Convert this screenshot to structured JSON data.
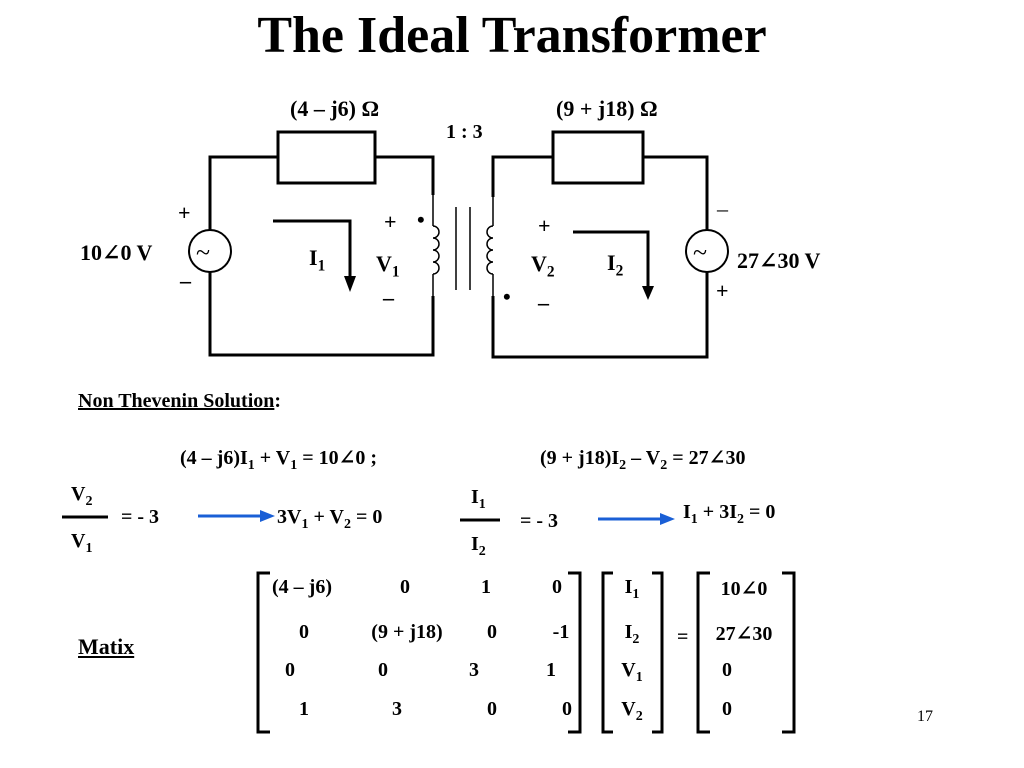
{
  "title": "The Ideal Transformer",
  "circuit": {
    "z1": "(4 – j6) Ω",
    "z2": "(9 + j18) Ω",
    "ratio": "1 : 3",
    "source1": {
      "mag": "10",
      "angle": "0",
      "unit": "V"
    },
    "source2": {
      "mag": "27",
      "angle": "30",
      "unit": "V"
    },
    "current1": {
      "base": "I",
      "sub": "1"
    },
    "current2": {
      "base": "I",
      "sub": "2"
    },
    "voltage1": {
      "base": "V",
      "sub": "1"
    },
    "voltage2": {
      "base": "V",
      "sub": "2"
    },
    "plus": "+",
    "minus": "–",
    "dot": "•",
    "tilde": "~"
  },
  "solution": {
    "heading": "Non Thevenin Solution",
    "heading_colon": ":",
    "eq1_a": "(4 – j6)I",
    "eq1_sub1": "1",
    "eq1_b": " + V",
    "eq1_sub2": "1",
    "eq1_c": " = 10",
    "eq1_d": "0  ;",
    "eq2_a": "(9 + j18)I",
    "eq2_sub1": "2",
    "eq2_b": " – V",
    "eq2_sub2": "2",
    "eq2_c": " = 27",
    "eq2_d": "30",
    "ratio_v_eq": "=  - 3",
    "ratio_i_eq": "= - 3",
    "result1_a": "3V",
    "result1_sub1": "1",
    "result1_b": " + V",
    "result1_sub2": "2",
    "result1_c": " = 0",
    "result2_a": "I",
    "result2_sub1": "1",
    "result2_b": " + 3I",
    "result2_sub2": "2",
    "result2_c": " = 0"
  },
  "matrix": {
    "label": "Matix",
    "rows": [
      [
        "(4 – j6)",
        "0",
        "1",
        "0"
      ],
      [
        "0",
        "(9 + j18)",
        "0",
        "-1"
      ],
      [
        "0",
        "0",
        "3",
        "1"
      ],
      [
        "1",
        "3",
        "0",
        "0"
      ]
    ],
    "unknowns": [
      {
        "base": "I",
        "sub": "1"
      },
      {
        "base": "I",
        "sub": "2"
      },
      {
        "base": "V",
        "sub": "1"
      },
      {
        "base": "V",
        "sub": "2"
      }
    ],
    "equals": "=",
    "rhs": [
      {
        "mag": "10",
        "angle": "0"
      },
      {
        "mag": "27",
        "angle": "30"
      },
      {
        "mag": "0",
        "angle": ""
      },
      {
        "mag": "0",
        "angle": ""
      }
    ]
  },
  "page_number": "17",
  "symbols": {
    "angle": "∠"
  },
  "colors": {
    "arrow": "#1a5fd6",
    "text": "#000000",
    "background": "#ffffff"
  }
}
